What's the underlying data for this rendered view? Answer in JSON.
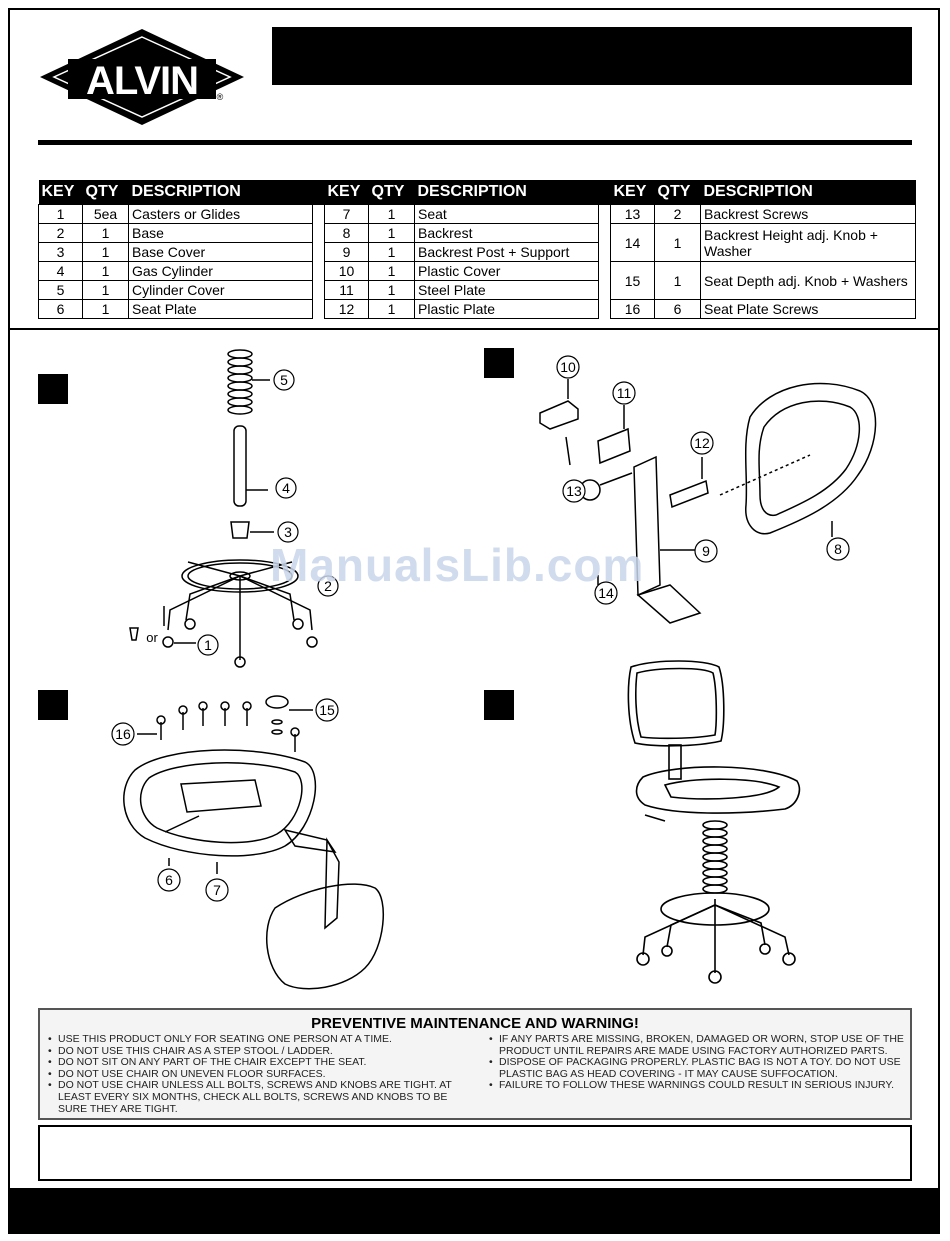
{
  "brand": {
    "name": "ALVIN",
    "registered": "®"
  },
  "parts": {
    "headers": {
      "key": "KEY",
      "qty": "QTY",
      "description": "DESCRIPTION"
    },
    "rows": [
      [
        {
          "key": "1",
          "qty": "5ea",
          "desc": "Casters or Glides"
        },
        {
          "key": "7",
          "qty": "1",
          "desc": "Seat"
        },
        {
          "key": "13",
          "qty": "2",
          "desc": "Backrest Screws"
        }
      ],
      [
        {
          "key": "2",
          "qty": "1",
          "desc": "Base"
        },
        {
          "key": "8",
          "qty": "1",
          "desc": "Backrest"
        },
        {
          "key": "14",
          "qty": "1",
          "desc": "Backrest Height adj. Knob + Washer"
        }
      ],
      [
        {
          "key": "3",
          "qty": "1",
          "desc": "Base Cover"
        },
        {
          "key": "9",
          "qty": "1",
          "desc": "Backrest Post + Support"
        },
        null
      ],
      [
        {
          "key": "4",
          "qty": "1",
          "desc": "Gas Cylinder"
        },
        {
          "key": "10",
          "qty": "1",
          "desc": "Plastic Cover"
        },
        {
          "key": "15",
          "qty": "1",
          "desc": "Seat Depth adj. Knob + Washers"
        }
      ],
      [
        {
          "key": "5",
          "qty": "1",
          "desc": "Cylinder Cover"
        },
        {
          "key": "11",
          "qty": "1",
          "desc": "Steel Plate"
        },
        null
      ],
      [
        {
          "key": "6",
          "qty": "1",
          "desc": "Seat Plate"
        },
        {
          "key": "12",
          "qty": "1",
          "desc": "Plastic Plate"
        },
        {
          "key": "16",
          "qty": "6",
          "desc": "Seat Plate Screws"
        }
      ]
    ]
  },
  "diagrams": {
    "base": {
      "callouts": [
        "5",
        "4",
        "3",
        "2",
        "1"
      ],
      "or_label": "or"
    },
    "backrest": {
      "callouts": [
        "10",
        "11",
        "12",
        "13",
        "9",
        "8",
        "14"
      ]
    },
    "seat": {
      "callouts": [
        "16",
        "15",
        "6",
        "7"
      ]
    }
  },
  "watermark": "ManualsLib.com",
  "warning": {
    "title": "PREVENTIVE MAINTENANCE AND WARNING!",
    "left": [
      "Use this product only for seating one person at a time.",
      "Do not use this chair as a step stool / ladder.",
      "Do not sit on any part of the chair except the seat.",
      "Do not use chair on uneven floor surfaces.",
      "Do not use chair unless all bolts, screws and knobs are tight. At least every six months, check all bolts, screws and knobs to be sure they are tight."
    ],
    "right": [
      "If any parts are missing, broken, damaged or worn, stop use of the product until repairs are made using factory authorized parts.",
      "Dispose of packaging properly. Plastic bag is not a toy. Do not use plastic bag as head covering - it may cause suffocation.",
      "Failure to follow these warnings could result in serious injury."
    ]
  }
}
